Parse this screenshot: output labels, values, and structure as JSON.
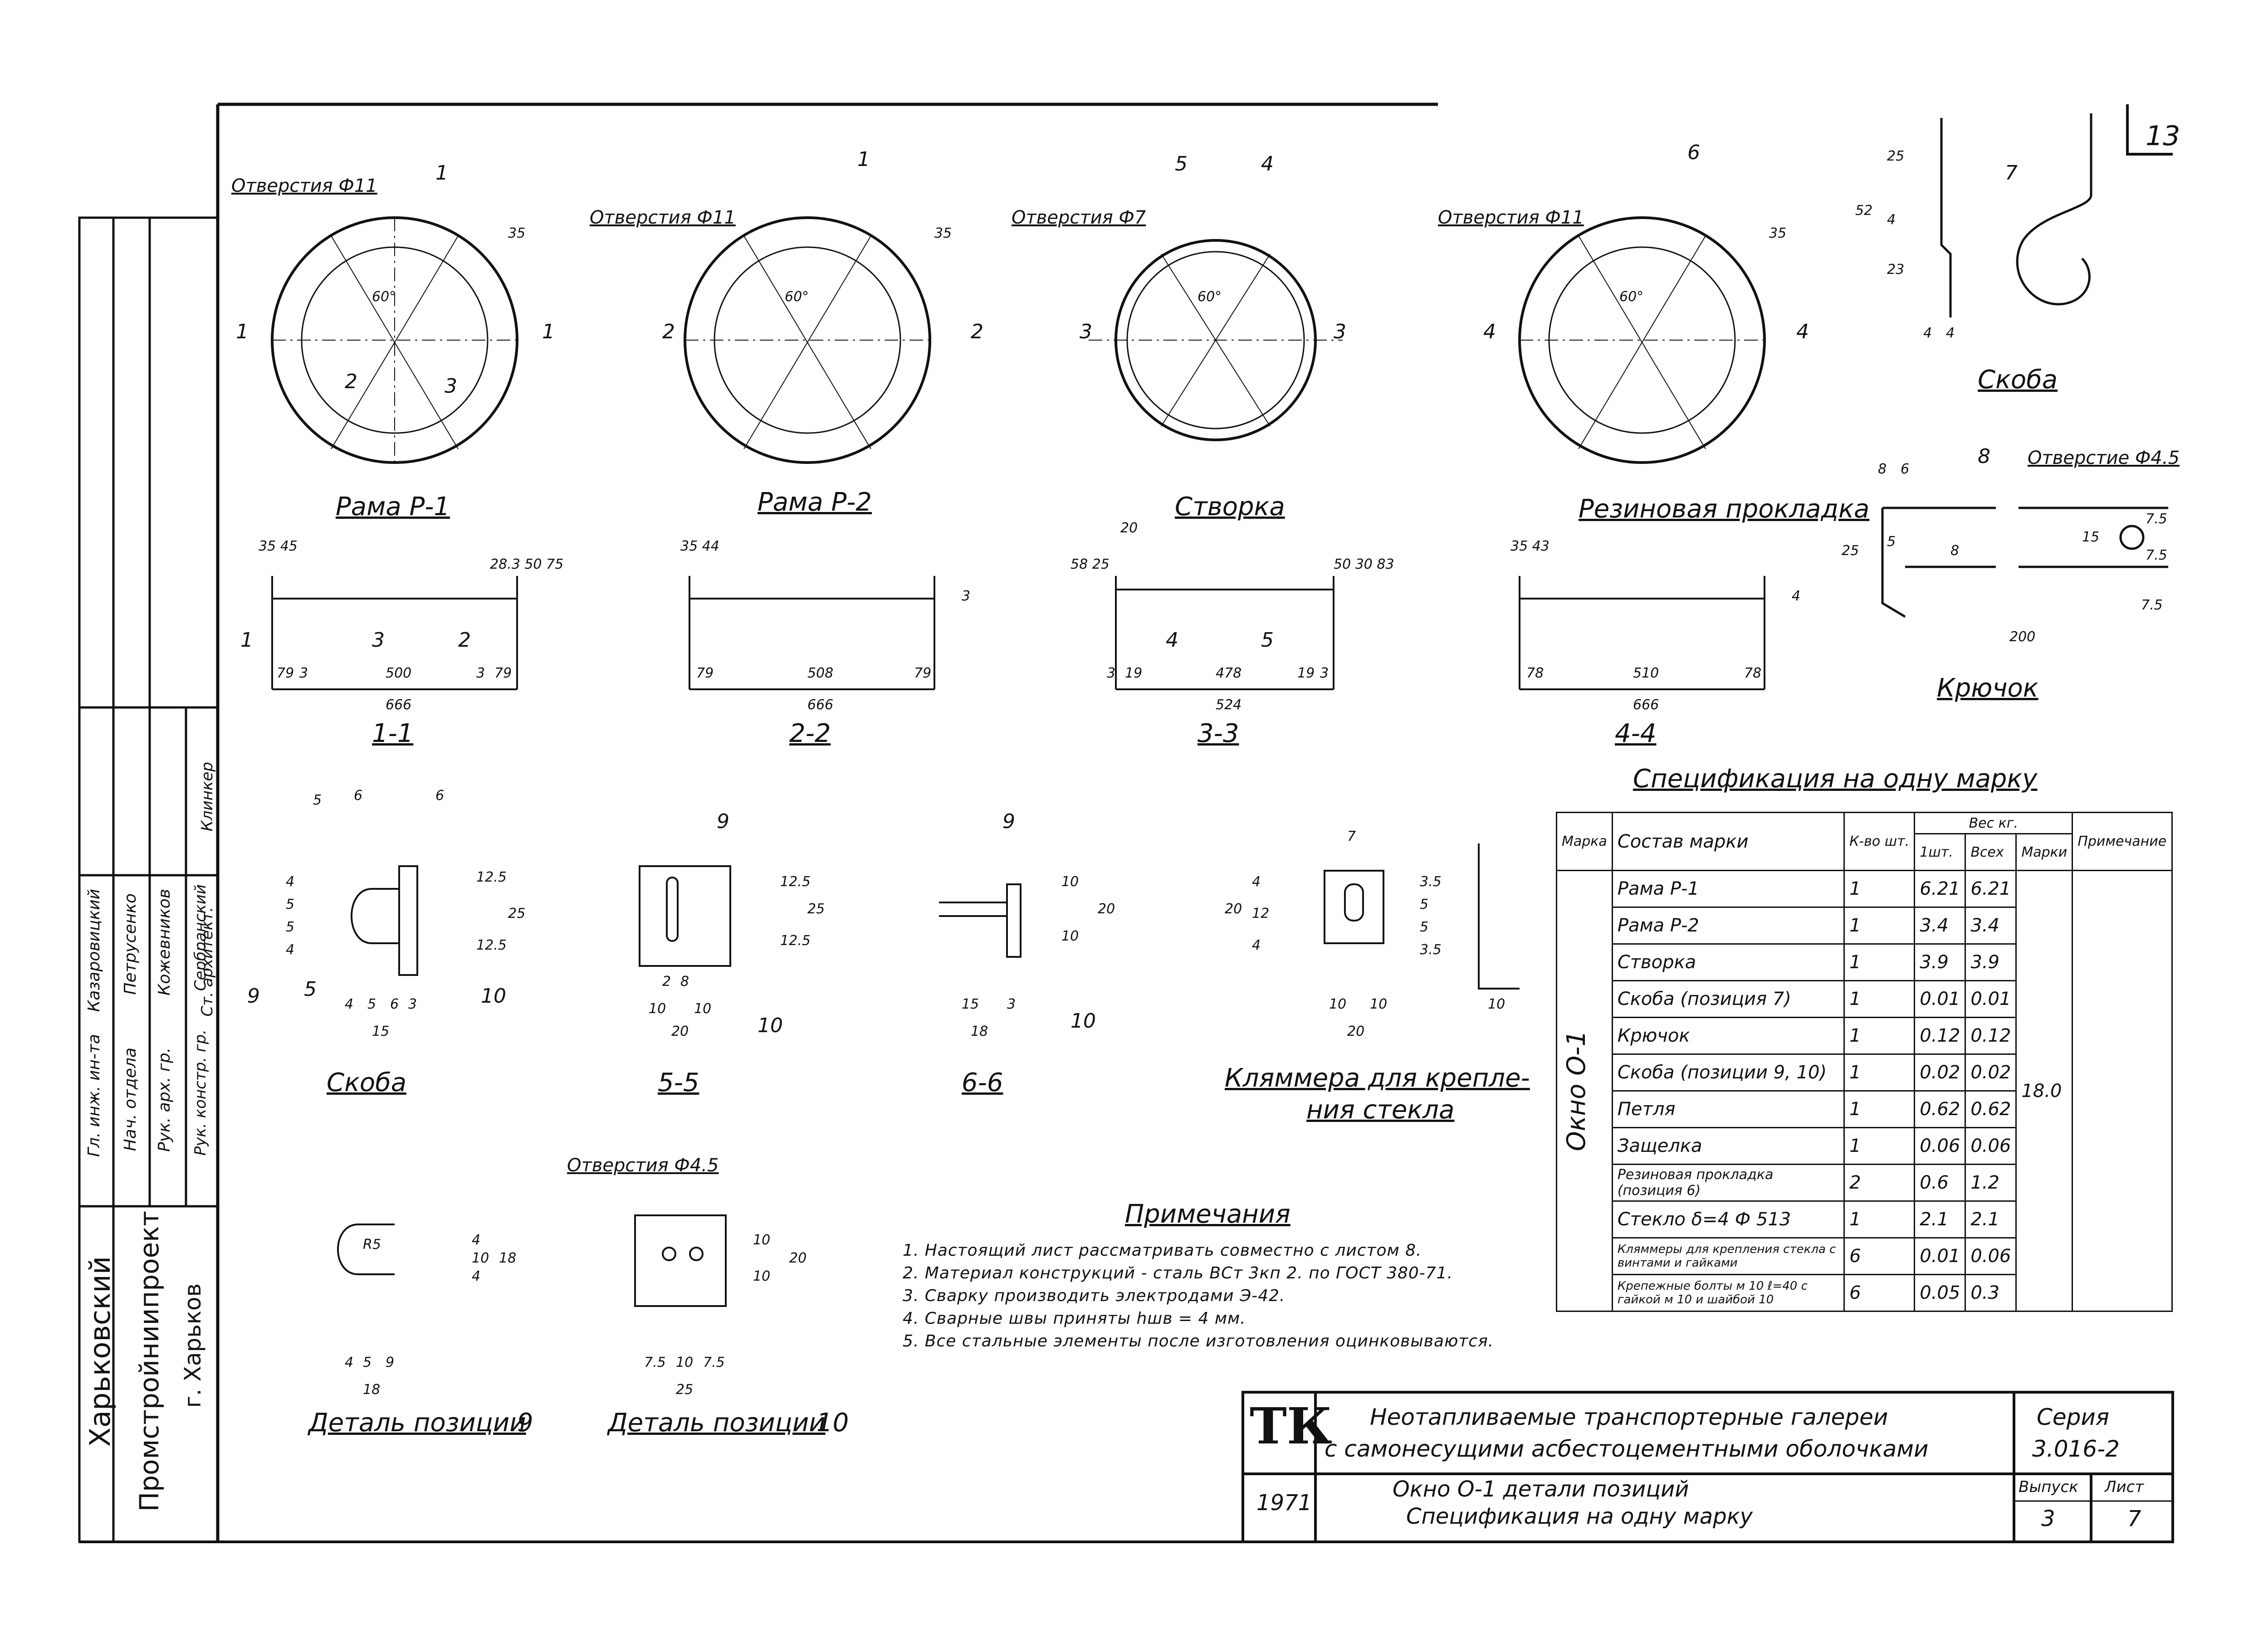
{
  "sheet_number": "13",
  "top_row": {
    "frames": [
      {
        "hole": "Отверстия Ф11",
        "mark": "Рама Р-1",
        "sec": "1",
        "callouts": [
          "1",
          "2",
          "3"
        ]
      },
      {
        "hole": "Отверстия Ф11",
        "mark": "Рама Р-2",
        "sec": "2",
        "callouts": [
          "1"
        ]
      },
      {
        "hole": "Отверстия Ф7",
        "mark": "Створка",
        "sec": "3",
        "callouts": [
          "5",
          "4"
        ]
      },
      {
        "hole": "Отверстия Ф11",
        "mark": "Резиновая прокладка",
        "sec": "4",
        "callouts": [
          "6"
        ]
      }
    ],
    "angles": [
      "60°",
      "60°",
      "60°"
    ],
    "dim_35": "35"
  },
  "sections": [
    {
      "title": "1-1",
      "top_dims": "35 45",
      "bottom": [
        "79",
        "3",
        "500",
        "3",
        "79"
      ],
      "total": "666",
      "side": "28.3 50 75",
      "callouts": [
        "1",
        "3",
        "2"
      ]
    },
    {
      "title": "2-2",
      "top_dims": "35 44",
      "bottom": [
        "79",
        "508",
        "79"
      ],
      "total": "666",
      "side": "3"
    },
    {
      "title": "3-3",
      "top_dims": "20",
      "bottom": [
        "3",
        "19",
        "478",
        "19",
        "3"
      ],
      "total": "524",
      "side": "50 30 83",
      "left": "58 25",
      "callouts": [
        "4",
        "5"
      ]
    },
    {
      "title": "4-4",
      "top_dims": "35 43",
      "bottom": [
        "78",
        "510",
        "78"
      ],
      "total": "666",
      "side": "4"
    }
  ],
  "skoba_top": {
    "title": "Скоба",
    "callout": "7",
    "dims": [
      "25",
      "4",
      "23",
      "52",
      "4",
      "4"
    ]
  },
  "kryuchok": {
    "title": "Крючок",
    "hole": "Отверстие Ф4.5",
    "callout": "8",
    "dims": [
      "8",
      "6",
      "25",
      "5",
      "8",
      "15",
      "200",
      "7.5",
      "7.5",
      "7.5"
    ]
  },
  "details": {
    "skoba": {
      "title": "Скоба",
      "sec": "5",
      "dims": [
        "5",
        "6",
        "6",
        "4",
        "5",
        "5",
        "4",
        "12.5",
        "12.5",
        "25",
        "4",
        "5",
        "6",
        "3",
        "15"
      ],
      "callouts": [
        "9",
        "10"
      ]
    },
    "s55": {
      "title": "5-5",
      "dims": [
        "12.5",
        "12.5",
        "25",
        "2",
        "8",
        "10",
        "10",
        "20"
      ],
      "callouts": [
        "9",
        "10"
      ]
    },
    "s66": {
      "title": "6-6",
      "dims": [
        "10",
        "10",
        "20",
        "15",
        "3",
        "18"
      ],
      "callouts": [
        "9",
        "10"
      ]
    },
    "klammer": {
      "title_1": "Кляммера для крепле-",
      "title_2": "ния стекла",
      "dims": [
        "7",
        "20",
        "4",
        "12",
        "4",
        "3.5",
        "5",
        "5",
        "3.5",
        "10",
        "10",
        "20",
        "10"
      ]
    },
    "pos9": {
      "title": "Деталь позиции",
      "num": "9",
      "dims": [
        "R5",
        "4",
        "10",
        "4",
        "18",
        "4",
        "5",
        "9",
        "18"
      ]
    },
    "pos10": {
      "title": "Деталь позиции",
      "num": "10",
      "hole": "Отверстия Ф4.5",
      "dims": [
        "10",
        "10",
        "20",
        "7.5",
        "10",
        "7.5",
        "25"
      ]
    }
  },
  "notes": {
    "title": "Примечания",
    "items": [
      "1. Настоящий лист рассматривать совместно с листом 8.",
      "2. Материал конструкций - сталь ВСт 3кп 2. по ГОСТ 380-71.",
      "3. Сварку производить электродами Э-42.",
      "4. Сварные швы приняты hшв = 4 мм.",
      "5. Все стальные элементы после изготовления оцинковываются."
    ]
  },
  "spec": {
    "title": "Спецификация на одну марку",
    "headers": {
      "mark": "Марка",
      "composition": "Состав марки",
      "qty": "К-во шт.",
      "weight": "Вес кг.",
      "w1": "1шт.",
      "wall": "Всех",
      "wmark": "Марки",
      "note": "Примечание"
    },
    "mark_name": "Окно О-1",
    "mark_weight": "18.0",
    "rows": [
      {
        "name": "Рама Р-1",
        "qty": "1",
        "w1": "6.21",
        "wall": "6.21"
      },
      {
        "name": "Рама Р-2",
        "qty": "1",
        "w1": "3.4",
        "wall": "3.4"
      },
      {
        "name": "Створка",
        "qty": "1",
        "w1": "3.9",
        "wall": "3.9"
      },
      {
        "name": "Скоба (позиция 7)",
        "qty": "1",
        "w1": "0.01",
        "wall": "0.01"
      },
      {
        "name": "Крючок",
        "qty": "1",
        "w1": "0.12",
        "wall": "0.12"
      },
      {
        "name": "Скоба (позиции 9, 10)",
        "qty": "1",
        "w1": "0.02",
        "wall": "0.02"
      },
      {
        "name": "Петля",
        "qty": "1",
        "w1": "0.62",
        "wall": "0.62"
      },
      {
        "name": "Защелка",
        "qty": "1",
        "w1": "0.06",
        "wall": "0.06"
      },
      {
        "name": "Резиновая прокладка (позиция 6)",
        "qty": "2",
        "w1": "0.6",
        "wall": "1.2"
      },
      {
        "name": "Стекло δ=4 Ф 513",
        "qty": "1",
        "w1": "2.1",
        "wall": "2.1"
      },
      {
        "name": "Кляммеры для крепления стекла с винтами и гайками",
        "qty": "6",
        "w1": "0.01",
        "wall": "0.06"
      },
      {
        "name": "Крепежные болты м 10 ℓ=40 с гайкой м 10 и шайбой 10",
        "qty": "6",
        "w1": "0.05",
        "wall": "0.3"
      }
    ]
  },
  "left_block": {
    "org_1": "Харьковский",
    "org_2": "Промстройниипроект",
    "city": "г. Харьков",
    "roles": [
      "Гл. инж. ин-та",
      "Нач. отдела",
      "Рук. арх. гр.",
      "Рук. констр. гр.",
      "Ст. архитект."
    ],
    "names": [
      "Казаровицкий",
      "Петрусенко",
      "Кожевников",
      "Сербранский",
      "Клинкер"
    ]
  },
  "title_block": {
    "logo": "ТК",
    "year": "1971",
    "title_1": "Неотапливаемые транспортерные галереи",
    "title_2": "с самонесущими асбестоцементными оболочками",
    "sub_1": "Окно О-1 детали позиций",
    "sub_2": "Спецификация на одну марку",
    "series_label": "Серия",
    "series": "3.016-2",
    "issue_label": "Выпуск",
    "issue": "3",
    "sheet_label": "Лист",
    "sheet": "7"
  }
}
